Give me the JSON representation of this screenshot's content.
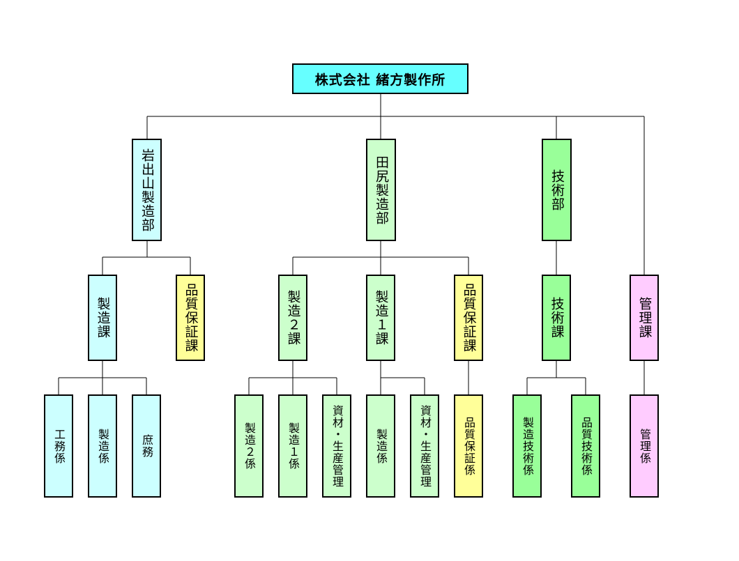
{
  "org_chart": {
    "root": {
      "label": "株式会社 緒方製作所",
      "color": "#66FFFF"
    },
    "colors": {
      "iwadeyama": "#CCFFFF",
      "taziri": "#CCFFCC",
      "gijutsu": "#99FF99",
      "quality": "#FFFF99",
      "kanri": "#FFCCFF"
    },
    "departments": [
      {
        "label": "岩出山製造部",
        "sections": [
          {
            "label": "製造課",
            "units": [
              "工務係",
              "製造係",
              "庶務"
            ]
          },
          {
            "label": "品質保証課",
            "units": []
          }
        ]
      },
      {
        "label": "田尻製造部",
        "sections": [
          {
            "label": "製造２課",
            "units": [
              "製造２係",
              "製造１係",
              "資材・生産管理"
            ]
          },
          {
            "label": "製造１課",
            "units": [
              "製造係",
              "資材・生産管理"
            ]
          },
          {
            "label": "品質保証課",
            "units": [
              "品質保証係"
            ]
          }
        ]
      },
      {
        "label": "技術部",
        "sections": [
          {
            "label": "技術課",
            "units": [
              "製造技術係",
              "品質技術係"
            ]
          }
        ]
      },
      {
        "label": "",
        "sections": [
          {
            "label": "管理課",
            "units": [
              "管理係"
            ]
          }
        ]
      }
    ]
  }
}
